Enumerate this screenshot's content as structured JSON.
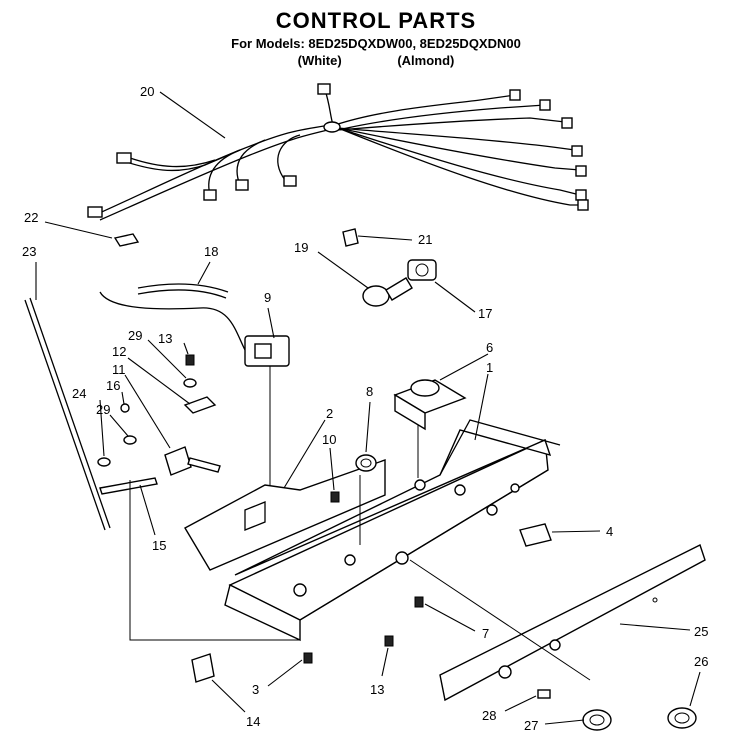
{
  "header": {
    "title": "CONTROL PARTS",
    "models_line": "For Models: 8ED25DQXDW00, 8ED25DQXDN00",
    "variant_white": "(White)",
    "variant_almond": "(Almond)"
  },
  "callouts": {
    "c1": "1",
    "c2": "2",
    "c3": "3",
    "c4": "4",
    "c6": "6",
    "c7": "7",
    "c8": "8",
    "c9": "9",
    "c10": "10",
    "c11": "11",
    "c12": "12",
    "c13a": "13",
    "c13b": "13",
    "c14": "14",
    "c15": "15",
    "c16": "16",
    "c17": "17",
    "c18": "18",
    "c19": "19",
    "c20": "20",
    "c21": "21",
    "c22": "22",
    "c23": "23",
    "c24": "24",
    "c25": "25",
    "c26": "26",
    "c27": "27",
    "c28": "28",
    "c29a": "29",
    "c29b": "29"
  }
}
